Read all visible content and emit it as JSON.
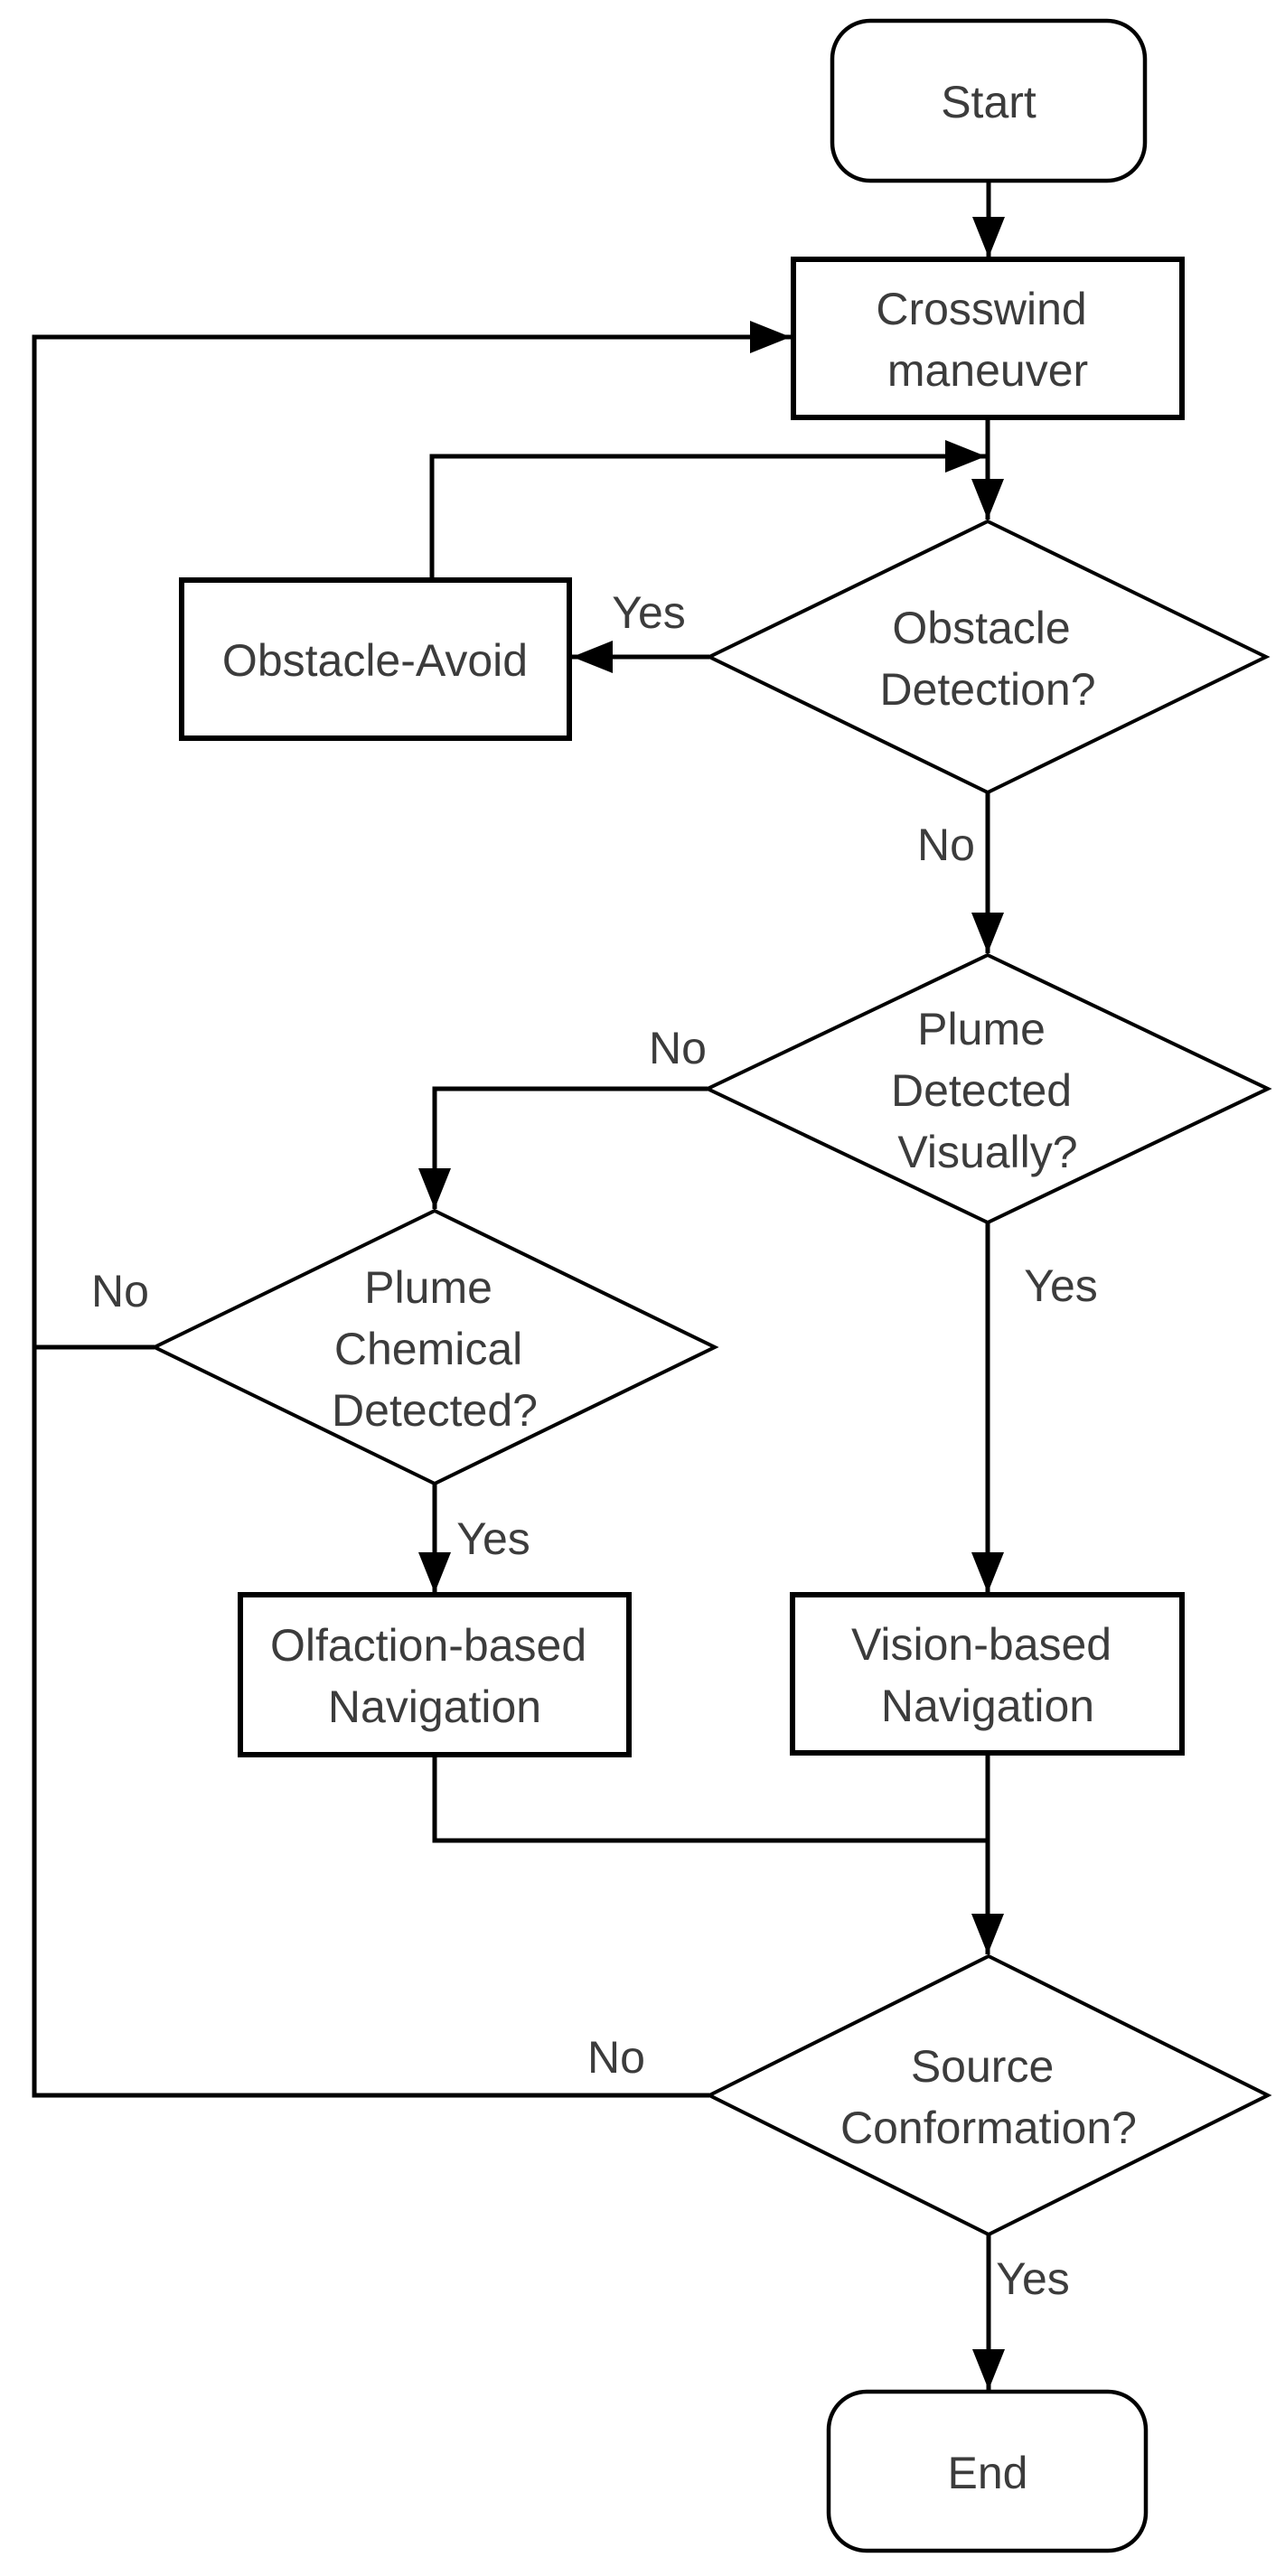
{
  "diagram": {
    "type": "flowchart",
    "colors": {
      "background": "#ffffff",
      "stroke": "#000000",
      "text": "#3c3c3c"
    },
    "nodes": {
      "start": {
        "shape": "terminator",
        "label": "Start"
      },
      "crosswind_maneuver": {
        "shape": "process",
        "lines": [
          "Crosswind",
          "maneuver"
        ]
      },
      "obstacle_detection": {
        "shape": "decision",
        "lines": [
          "Obstacle",
          "Detection?"
        ]
      },
      "obstacle_avoid": {
        "shape": "process",
        "label": "Obstacle-Avoid"
      },
      "plume_detected_visually": {
        "shape": "decision",
        "lines": [
          "Plume",
          "Detected",
          "Visually?"
        ]
      },
      "plume_chemical_detected": {
        "shape": "decision",
        "lines": [
          "Plume",
          "Chemical",
          "Detected?"
        ]
      },
      "olfaction_based_navigation": {
        "shape": "process",
        "lines": [
          "Olfaction-based",
          "Navigation"
        ]
      },
      "vision_based_navigation": {
        "shape": "process",
        "lines": [
          "Vision-based",
          "Navigation"
        ]
      },
      "source_conformation": {
        "shape": "decision",
        "lines": [
          "Source",
          "Conformation?"
        ]
      },
      "end": {
        "shape": "terminator",
        "label": "End"
      }
    },
    "edges": [
      {
        "from": "start",
        "to": "crosswind_maneuver",
        "label": ""
      },
      {
        "from": "crosswind_maneuver",
        "to": "obstacle_detection",
        "label": ""
      },
      {
        "from": "obstacle_detection",
        "to": "obstacle_avoid",
        "label": "Yes"
      },
      {
        "from": "obstacle_avoid",
        "to": "obstacle_detection",
        "label": ""
      },
      {
        "from": "obstacle_detection",
        "to": "plume_detected_visually",
        "label": "No"
      },
      {
        "from": "plume_detected_visually",
        "to": "plume_chemical_detected",
        "label": "No"
      },
      {
        "from": "plume_detected_visually",
        "to": "vision_based_navigation",
        "label": "Yes"
      },
      {
        "from": "plume_chemical_detected",
        "to": "crosswind_maneuver",
        "label": "No"
      },
      {
        "from": "plume_chemical_detected",
        "to": "olfaction_based_navigation",
        "label": "Yes"
      },
      {
        "from": "olfaction_based_navigation",
        "to": "source_conformation",
        "label": ""
      },
      {
        "from": "vision_based_navigation",
        "to": "source_conformation",
        "label": ""
      },
      {
        "from": "source_conformation",
        "to": "crosswind_maneuver",
        "label": "No"
      },
      {
        "from": "source_conformation",
        "to": "end",
        "label": "Yes"
      }
    ]
  }
}
